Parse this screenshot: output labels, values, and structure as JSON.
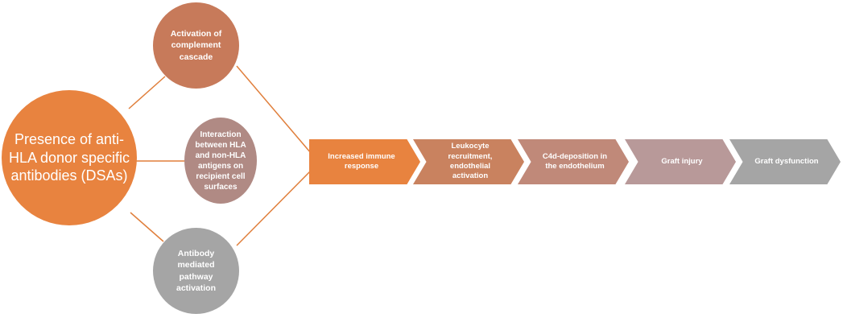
{
  "colors": {
    "main": "#E8833F",
    "top": "#C77A5A",
    "middle": "#B08A84",
    "bottom": "#A5A5A5",
    "connector": "#E07F3C"
  },
  "nodes": {
    "main": "Presence of anti-HLA donor specific antibodies (DSAs)",
    "top": "Activation of complement cascade",
    "middle": "Interaction between HLA and non-HLA antigens on recipient cell surfaces",
    "bottom": "Antibody mediated pathway activation"
  },
  "steps": [
    "Increased immune response",
    "Leukocyte recruitment, endothelial activation",
    "C4d-deposition in the endothelium",
    "Graft injury",
    "Graft dysfunction"
  ]
}
